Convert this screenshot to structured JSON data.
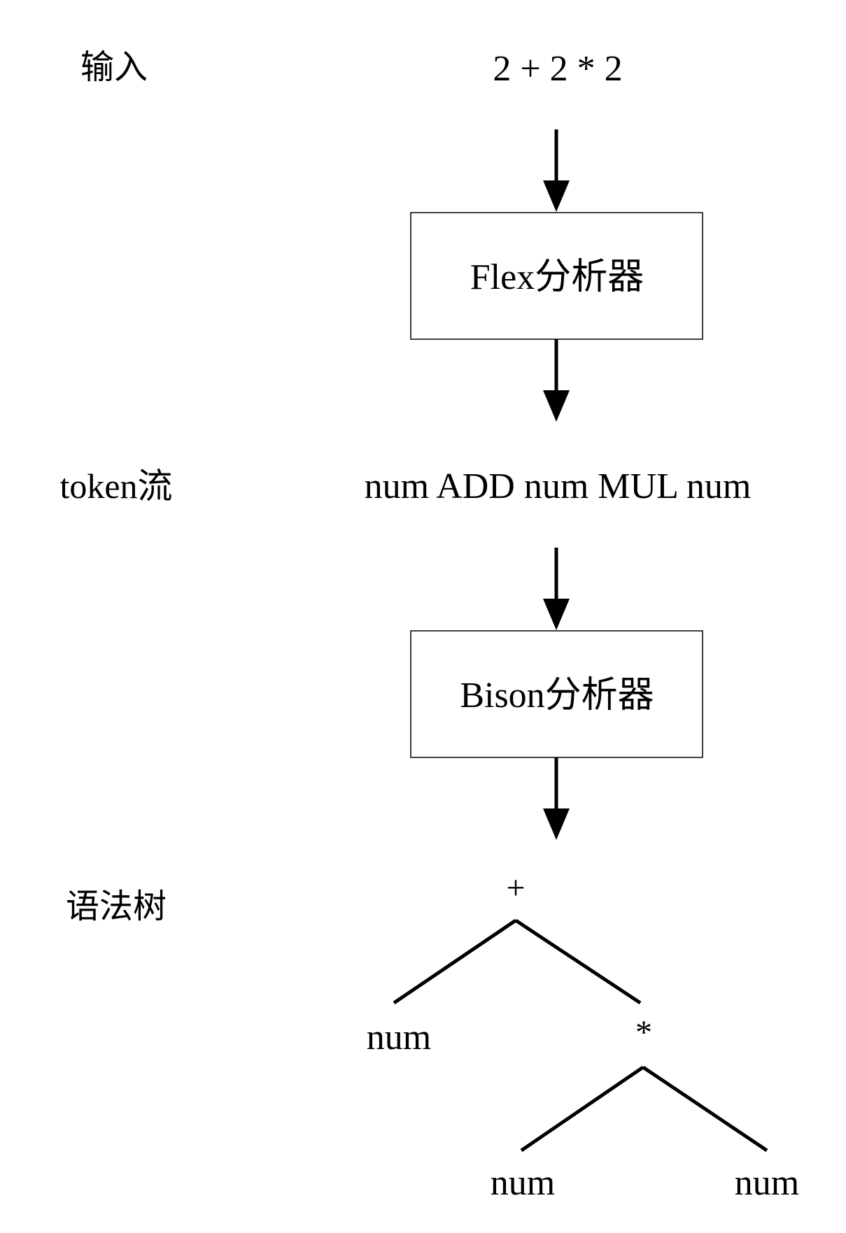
{
  "labels": {
    "input": "输入",
    "token_stream": "token流",
    "syntax_tree": "语法树"
  },
  "input_expression": "2 + 2 * 2",
  "flex_box": {
    "label": "Flex分析器"
  },
  "token_sequence": "num ADD num MUL num",
  "bison_box": {
    "label": "Bison分析器"
  },
  "tree": {
    "root": "+",
    "left_leaf": "num",
    "right_op": "*",
    "right_left_leaf": "num",
    "right_right_leaf": "num"
  }
}
